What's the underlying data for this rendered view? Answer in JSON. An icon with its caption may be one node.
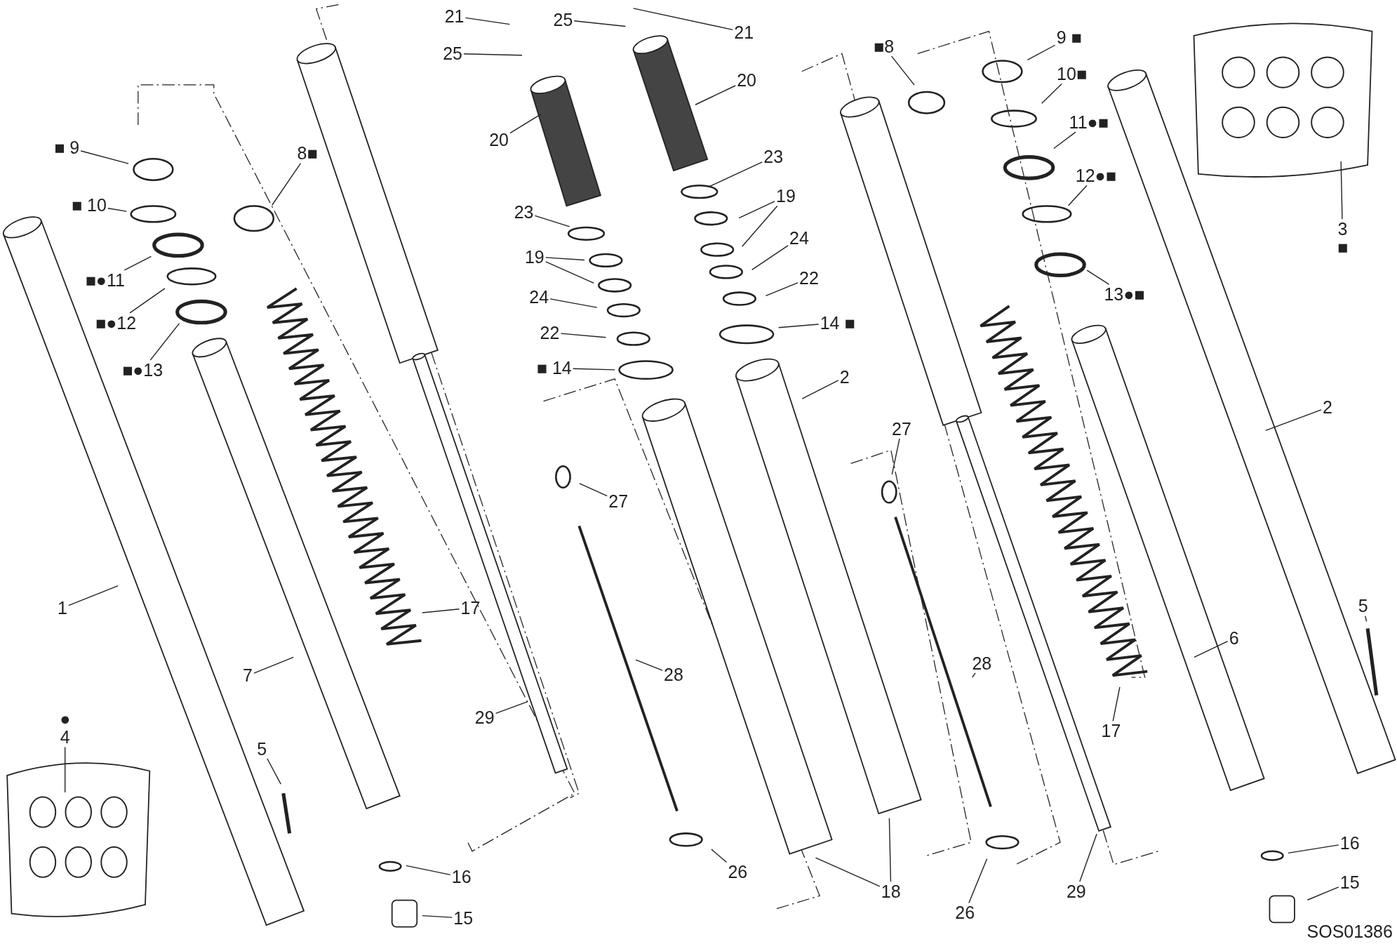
{
  "diagram": {
    "nodes": [
      {
        "text": [
          "■ 9"
        ]
      },
      {
        "text": [
          "■ 10"
        ]
      },
      {
        "text": [
          "■●11"
        ]
      },
      {
        "text": [
          "■●12"
        ]
      },
      {
        "text": [
          "■●13"
        ]
      },
      {
        "text": [
          "8■"
        ]
      },
      {
        "text": [
          "1"
        ]
      },
      {
        "text": [
          "7"
        ]
      },
      {
        "text": [
          "17"
        ]
      },
      {
        "text": [
          "5"
        ]
      },
      {
        "text": [
          "16"
        ]
      },
      {
        "text": [
          "15"
        ]
      },
      {
        "text": [
          "●",
          "4"
        ]
      },
      {
        "text": [
          "21"
        ]
      },
      {
        "text": [
          "25"
        ]
      },
      {
        "text": [
          "20"
        ]
      },
      {
        "text": [
          "23"
        ]
      },
      {
        "text": [
          "19"
        ]
      },
      {
        "text": [
          "24"
        ]
      },
      {
        "text": [
          "22"
        ]
      },
      {
        "text": [
          "■ 14"
        ]
      },
      {
        "text": [
          "27"
        ]
      },
      {
        "text": [
          "28"
        ]
      },
      {
        "text": [
          "29"
        ]
      },
      {
        "text": [
          "26"
        ]
      },
      {
        "text": [
          "18"
        ]
      },
      {
        "text": [
          "25"
        ]
      },
      {
        "text": [
          "21"
        ]
      },
      {
        "text": [
          "20"
        ]
      },
      {
        "text": [
          "23"
        ]
      },
      {
        "text": [
          "19"
        ]
      },
      {
        "text": [
          "24"
        ]
      },
      {
        "text": [
          "22"
        ]
      },
      {
        "text": [
          "14 ■"
        ]
      },
      {
        "text": [
          "2"
        ]
      },
      {
        "text": [
          "27"
        ]
      },
      {
        "text": [
          "28"
        ]
      },
      {
        "text": [
          "26"
        ]
      },
      {
        "text": [
          "■8"
        ]
      },
      {
        "text": [
          "9 ■"
        ]
      },
      {
        "text": [
          "10■"
        ]
      },
      {
        "text": [
          "11●■"
        ]
      },
      {
        "text": [
          "12●■"
        ]
      },
      {
        "text": [
          "13●■"
        ]
      },
      {
        "text": [
          "2"
        ]
      },
      {
        "text": [
          "6"
        ]
      },
      {
        "text": [
          "5"
        ]
      },
      {
        "text": [
          "17"
        ]
      },
      {
        "text": [
          "29"
        ]
      },
      {
        "text": [
          "16"
        ]
      },
      {
        "text": [
          "15"
        ]
      },
      {
        "text": [
          "3",
          "■"
        ]
      }
    ],
    "edges": [
      {
        "from": 0,
        "to": null,
        "arrow": "none"
      },
      {
        "from": 1,
        "to": null,
        "arrow": "none"
      },
      {
        "from": 2,
        "to": null,
        "arrow": "none"
      },
      {
        "from": 3,
        "to": null,
        "arrow": "none"
      },
      {
        "from": 4,
        "to": null,
        "arrow": "none"
      },
      {
        "from": 5,
        "to": null,
        "arrow": "none"
      },
      {
        "from": 6,
        "to": null,
        "arrow": "none"
      },
      {
        "from": 7,
        "to": null,
        "arrow": "none"
      },
      {
        "from": 8,
        "to": null,
        "arrow": "none"
      },
      {
        "from": 9,
        "to": null,
        "arrow": "none"
      },
      {
        "from": 10,
        "to": null,
        "arrow": "none"
      },
      {
        "from": 11,
        "to": null,
        "arrow": "none"
      },
      {
        "from": 12,
        "to": null,
        "arrow": "none"
      },
      {
        "from": 13,
        "to": null,
        "arrow": "none"
      },
      {
        "from": 14,
        "to": null,
        "arrow": "none"
      },
      {
        "from": 15,
        "to": null,
        "arrow": "none"
      },
      {
        "from": 16,
        "to": null,
        "arrow": "none"
      },
      {
        "from": 17,
        "to": null,
        "arrow": "none"
      },
      {
        "from": 17,
        "to": null,
        "arrow": "none"
      },
      {
        "from": 18,
        "to": null,
        "arrow": "none"
      },
      {
        "from": 19,
        "to": null,
        "arrow": "none"
      },
      {
        "from": 20,
        "to": null,
        "arrow": "none"
      },
      {
        "from": 21,
        "to": null,
        "arrow": "none"
      },
      {
        "from": 22,
        "to": null,
        "arrow": "none"
      },
      {
        "from": 23,
        "to": null,
        "arrow": "none"
      },
      {
        "from": 24,
        "to": null,
        "arrow": "none"
      },
      {
        "from": 25,
        "to": null,
        "arrow": "none"
      },
      {
        "from": 25,
        "to": null,
        "arrow": "none"
      },
      {
        "from": 26,
        "to": null,
        "arrow": "none"
      },
      {
        "from": 27,
        "to": null,
        "arrow": "none"
      },
      {
        "from": 28,
        "to": null,
        "arrow": "none"
      },
      {
        "from": 29,
        "to": null,
        "arrow": "none"
      },
      {
        "from": 30,
        "to": null,
        "arrow": "none"
      },
      {
        "from": 30,
        "to": null,
        "arrow": "none"
      },
      {
        "from": 31,
        "to": null,
        "arrow": "none"
      },
      {
        "from": 32,
        "to": null,
        "arrow": "none"
      },
      {
        "from": 33,
        "to": null,
        "arrow": "none"
      },
      {
        "from": 34,
        "to": null,
        "arrow": "none"
      },
      {
        "from": 35,
        "to": null,
        "arrow": "none"
      },
      {
        "from": 36,
        "to": null,
        "arrow": "none"
      },
      {
        "from": 37,
        "to": null,
        "arrow": "none"
      },
      {
        "from": 38,
        "to": null,
        "arrow": "none"
      },
      {
        "from": 39,
        "to": null,
        "arrow": "none"
      },
      {
        "from": 40,
        "to": null,
        "arrow": "none"
      },
      {
        "from": 41,
        "to": null,
        "arrow": "none"
      },
      {
        "from": 42,
        "to": null,
        "arrow": "none"
      },
      {
        "from": 43,
        "to": null,
        "arrow": "none"
      },
      {
        "from": 44,
        "to": null,
        "arrow": "none"
      },
      {
        "from": 45,
        "to": null,
        "arrow": "none"
      },
      {
        "from": 46,
        "to": null,
        "arrow": "none"
      },
      {
        "from": 47,
        "to": null,
        "arrow": "none"
      },
      {
        "from": 48,
        "to": null,
        "arrow": "none"
      },
      {
        "from": 49,
        "to": null,
        "arrow": "none"
      },
      {
        "from": 50,
        "to": null,
        "arrow": "none"
      },
      {
        "from": 51,
        "to": null,
        "arrow": "none"
      }
    ],
    "labels": [
      "SOS01386"
    ]
  }
}
